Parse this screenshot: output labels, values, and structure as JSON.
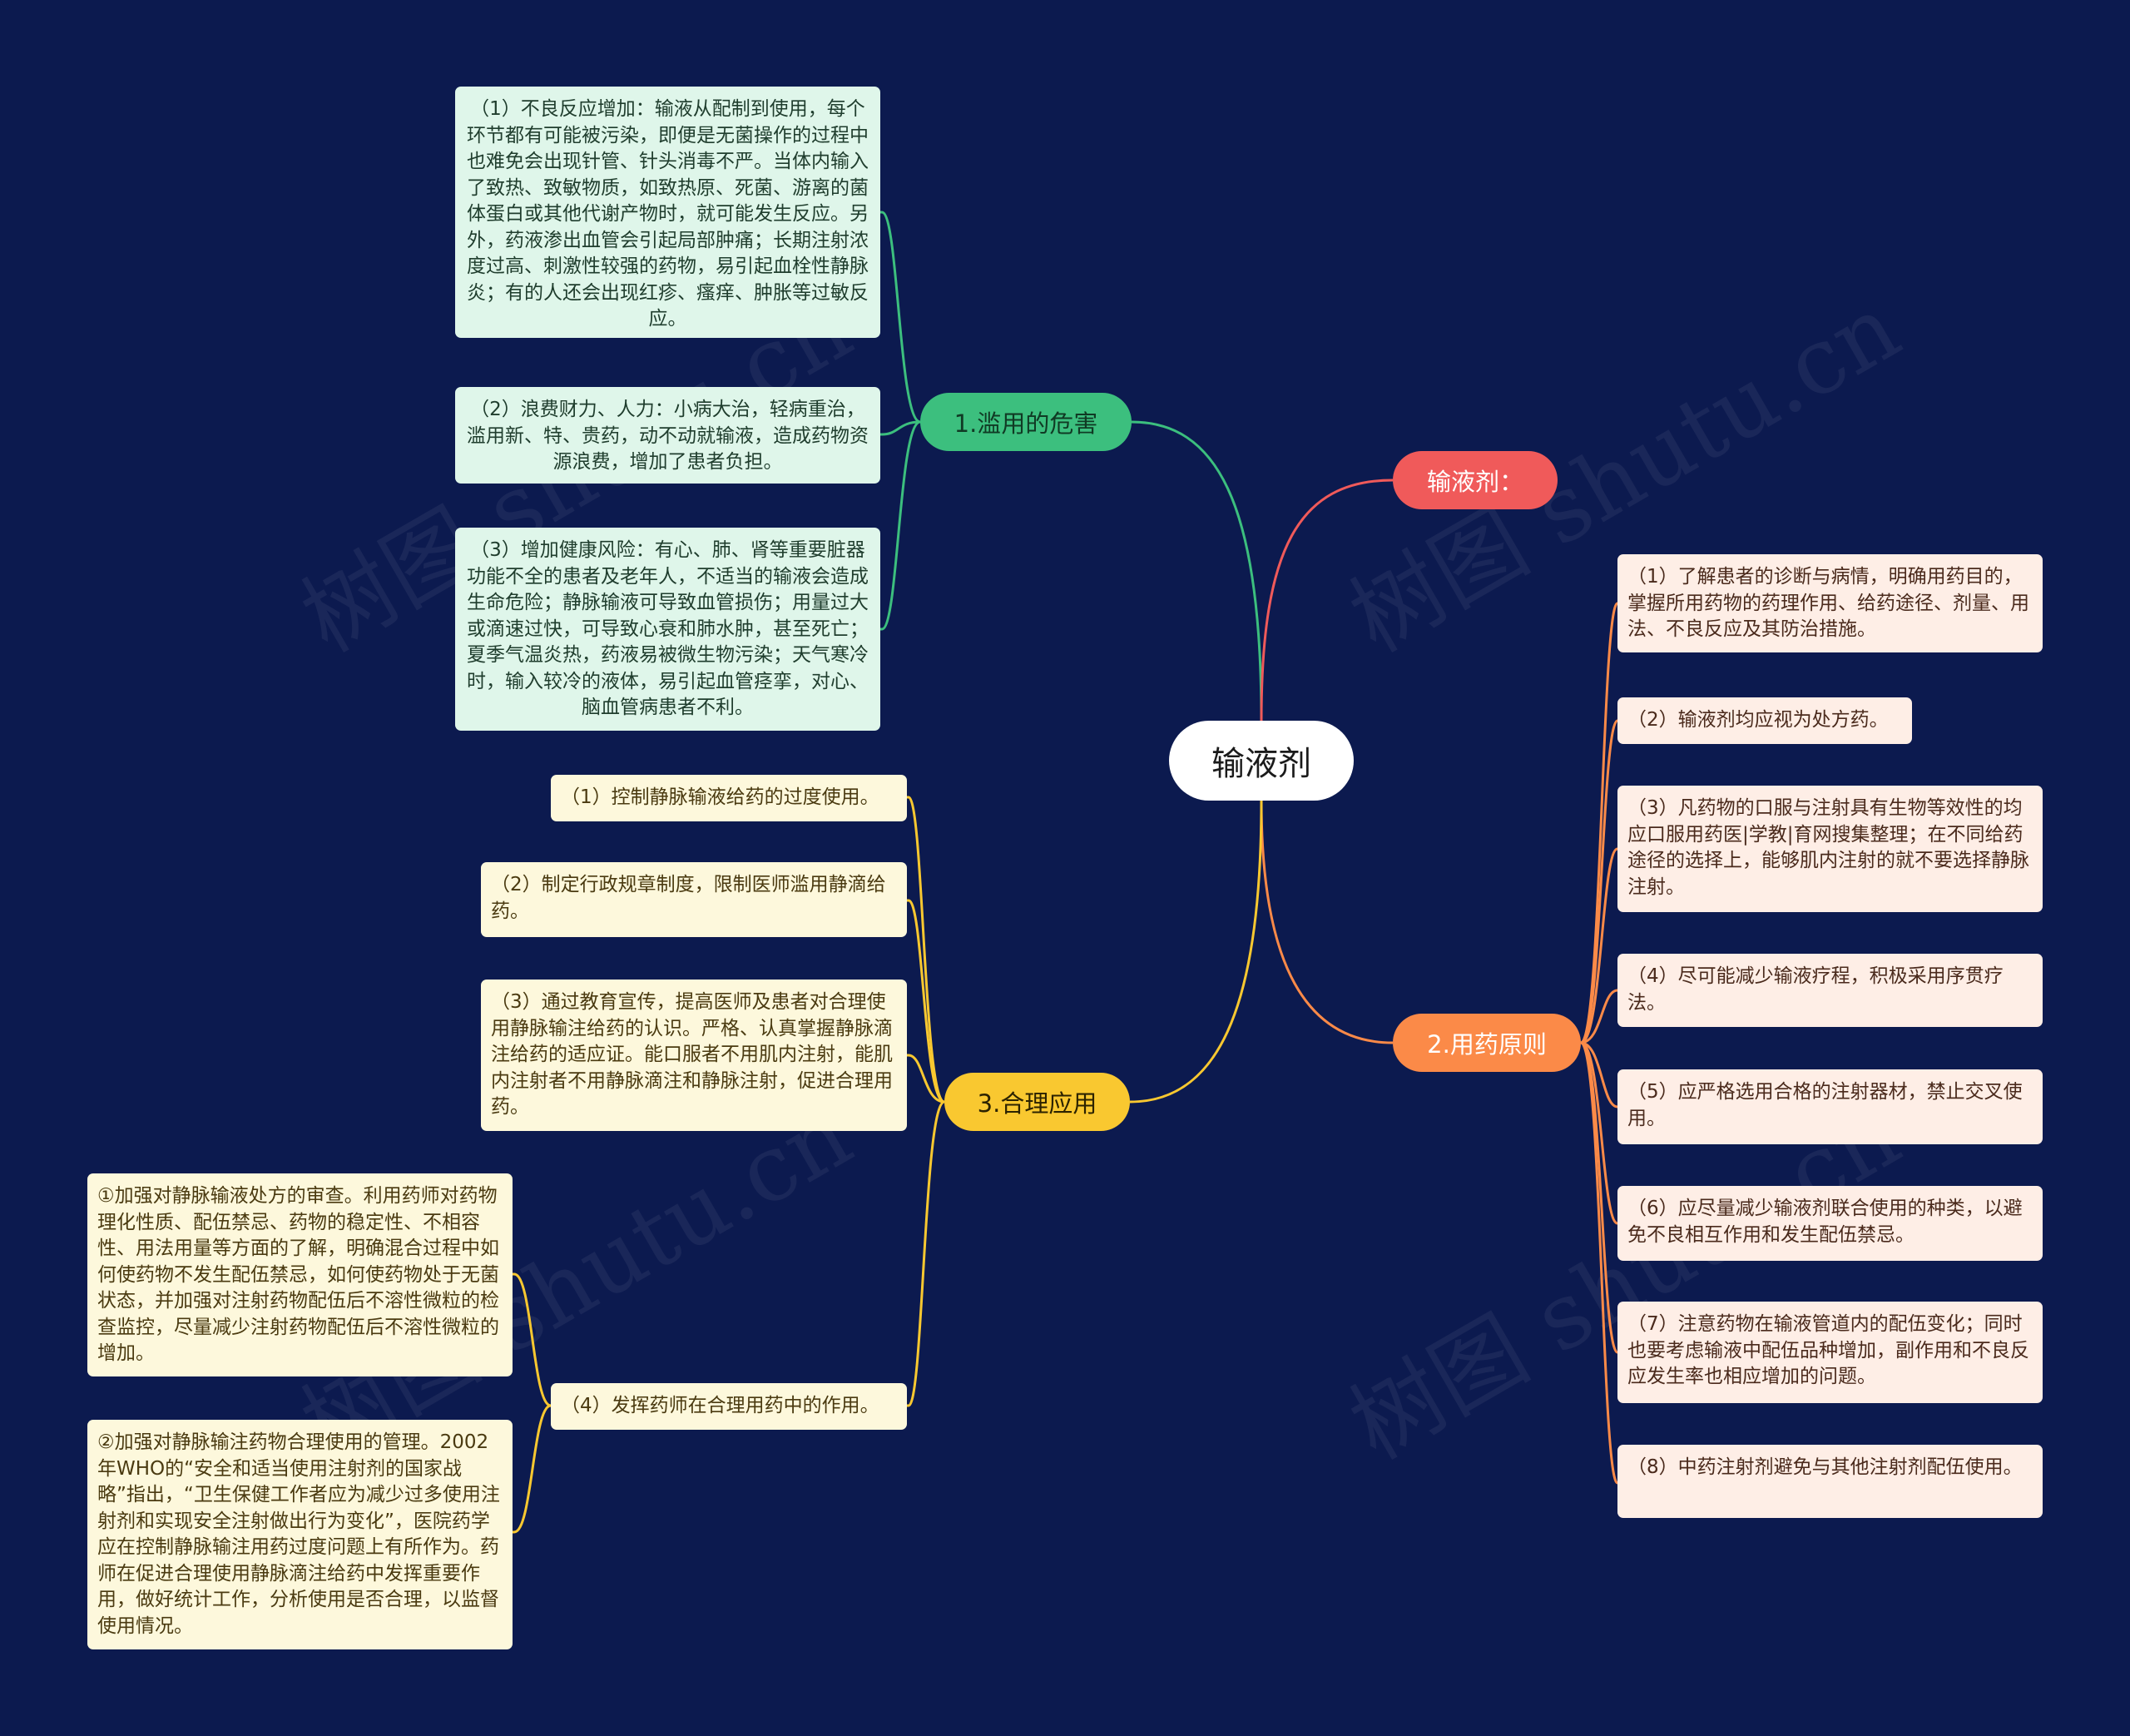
{
  "root": {
    "label": "输液剂"
  },
  "branches": {
    "harm": {
      "label": "1.滥用的危害",
      "color": "#3cbf7e",
      "items": [
        "（1）不良反应增加：输液从配制到使用，每个环节都有可能被污染，即便是无菌操作的过程中也难免会出现针管、针头消毒不严。当体内输入了致热、致敏物质，如致热原、死菌、游离的菌体蛋白或其他代谢产物时，就可能发生反应。另外，药液渗出血管会引起局部肿痛；长期注射浓度过高、刺激性较强的药物，易引起血栓性静脉炎；有的人还会出现红疹、瘙痒、肿胀等过敏反应。",
        "（2）浪费财力、人力：小病大治，轻病重治，滥用新、特、贵药，动不动就输液，造成药物资源浪费，增加了患者负担。",
        "（3）增加健康风险：有心、肺、肾等重要脏器功能不全的患者及老年人，不适当的输液会造成生命危险；静脉输液可导致血管损伤；用量过大或滴速过快，可导致心衰和肺水肿，甚至死亡；夏季气温炎热，药液易被微生物污染；天气寒冷时，输入较冷的液体，易引起血管痉挛，对心、脑血管病患者不利。"
      ]
    },
    "def": {
      "label": "输液剂：",
      "color": "#f05a5a"
    },
    "principle": {
      "label": "2.用药原则",
      "color": "#fb8a48",
      "items": [
        "（1）了解患者的诊断与病情，明确用药目的，掌握所用药物的药理作用、给药途径、剂量、用法、不良反应及其防治措施。",
        "（2）输液剂均应视为处方药。",
        "（3）凡药物的口服与注射具有生物等效性的均应口服用药医|学教|育网搜集整理；在不同给药途径的选择上，能够肌内注射的就不要选择静脉注射。",
        "（4）尽可能减少输液疗程，积极采用序贯疗法。",
        "（5）应严格选用合格的注射器材，禁止交叉使用。",
        "（6）应尽量减少输液剂联合使用的种类，以避免不良相互作用和发生配伍禁忌。",
        "（7）注意药物在输液管道内的配伍变化；同时也要考虑输液中配伍品种增加，副作用和不良反应发生率也相应增加的问题。",
        "（8）中药注射剂避免与其他注射剂配伍使用。"
      ]
    },
    "rational": {
      "label": "3.合理应用",
      "color": "#f9c830",
      "items": [
        "（1）控制静脉输液给药的过度使用。",
        "（2）制定行政规章制度，限制医师滥用静滴给药。",
        "（3）通过教育宣传，提高医师及患者对合理使用静脉输注给药的认识。严格、认真掌握静脉滴注给药的适应证。能口服者不用肌内注射，能肌内注射者不用静脉滴注和静脉注射，促进合理用药。",
        "（4）发挥药师在合理用药中的作用。"
      ],
      "sub_items": [
        "①加强对静脉输液处方的审查。利用药师对药物理化性质、配伍禁忌、药物的稳定性、不相容性、用法用量等方面的了解，明确混合过程中如何使药物不发生配伍禁忌，如何使药物处于无菌状态，并加强对注射药物配伍后不溶性微粒的检查监控，尽量减少注射药物配伍后不溶性微粒的增加。",
        "②加强对静脉输注药物合理使用的管理。2002年WHO的“安全和适当使用注射剂的国家战略”指出，“卫生保健工作者应为减少过多使用注射剂和实现安全注射做出行为变化”，医院药学应在控制静脉输注用药过度问题上有所作为。药师在促进合理使用静脉滴注给药中发挥重要作用，做好统计工作，分析使用是否合理，以监督使用情况。"
      ]
    }
  },
  "watermarks": [
    "树图 shutu.cn",
    "树图 shutu.cn",
    "树图 shutu.cn",
    "树图 shutu.cn"
  ]
}
